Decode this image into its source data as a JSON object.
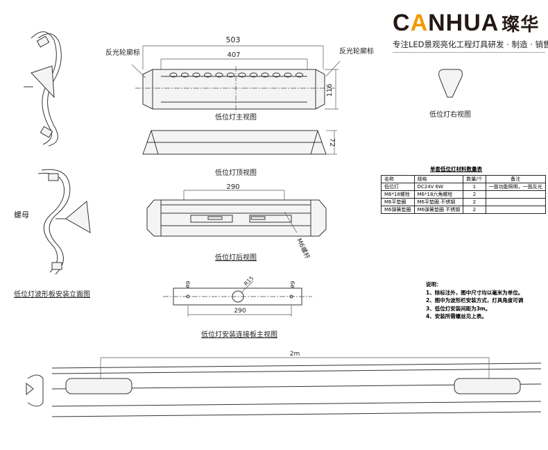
{
  "logo": {
    "brand_prefix": "C",
    "brand_accent": "A",
    "brand_suffix": "NHUA",
    "brand_cn": "璨华",
    "tagline": "专注LED景观亮化工程灯具研发 · 制造 · 销售",
    "accent_color": "#f39800"
  },
  "views": {
    "main": {
      "title": "低位灯主视图",
      "dim_total": "503",
      "dim_inner": "407",
      "dim_height": "116",
      "reflector_left": "反光轮廓标",
      "reflector_right": "反光轮廓标"
    },
    "top": {
      "title": "低位灯顶视图",
      "dim_height": "72"
    },
    "right": {
      "title": "低位灯右视图"
    },
    "back": {
      "title": "低位灯后视图",
      "dim_span": "290",
      "bolt_label": "M6螺杆"
    },
    "plate": {
      "title": "低位灯安装连接板主视图",
      "hole_left": "ø9",
      "hole_right": "ø9",
      "radius": "R15",
      "dim_span": "290"
    },
    "elevation": {
      "title": "低位灯波形板安装立面图",
      "nut_label": "螺母"
    },
    "rail": {
      "spacing": "2m"
    }
  },
  "bom": {
    "title": "单套低位灯材料数量表",
    "headers": [
      "名称",
      "规格",
      "数量/个",
      "备注"
    ],
    "rows": [
      [
        "低位灯",
        "DC24V 6W",
        "1",
        "一面功能照明，一面反光"
      ],
      [
        "M6*18螺栓",
        "M6*18六角螺栓",
        "2",
        ""
      ],
      [
        "M6平垫圈",
        "M6平垫圈 不锈钢",
        "2",
        ""
      ],
      [
        "M6弹簧垫圈",
        "M6弹簧垫圈 不锈钢",
        "2",
        ""
      ]
    ]
  },
  "notes": {
    "title": "说明：",
    "items": [
      "1、除标注外，图中尺寸均以毫米为单位。",
      "2、图中为波形栏安装方式，灯具角度可调",
      "3、低位灯安装间距为3m。",
      "4、安装所需螺丝见上表。"
    ]
  }
}
